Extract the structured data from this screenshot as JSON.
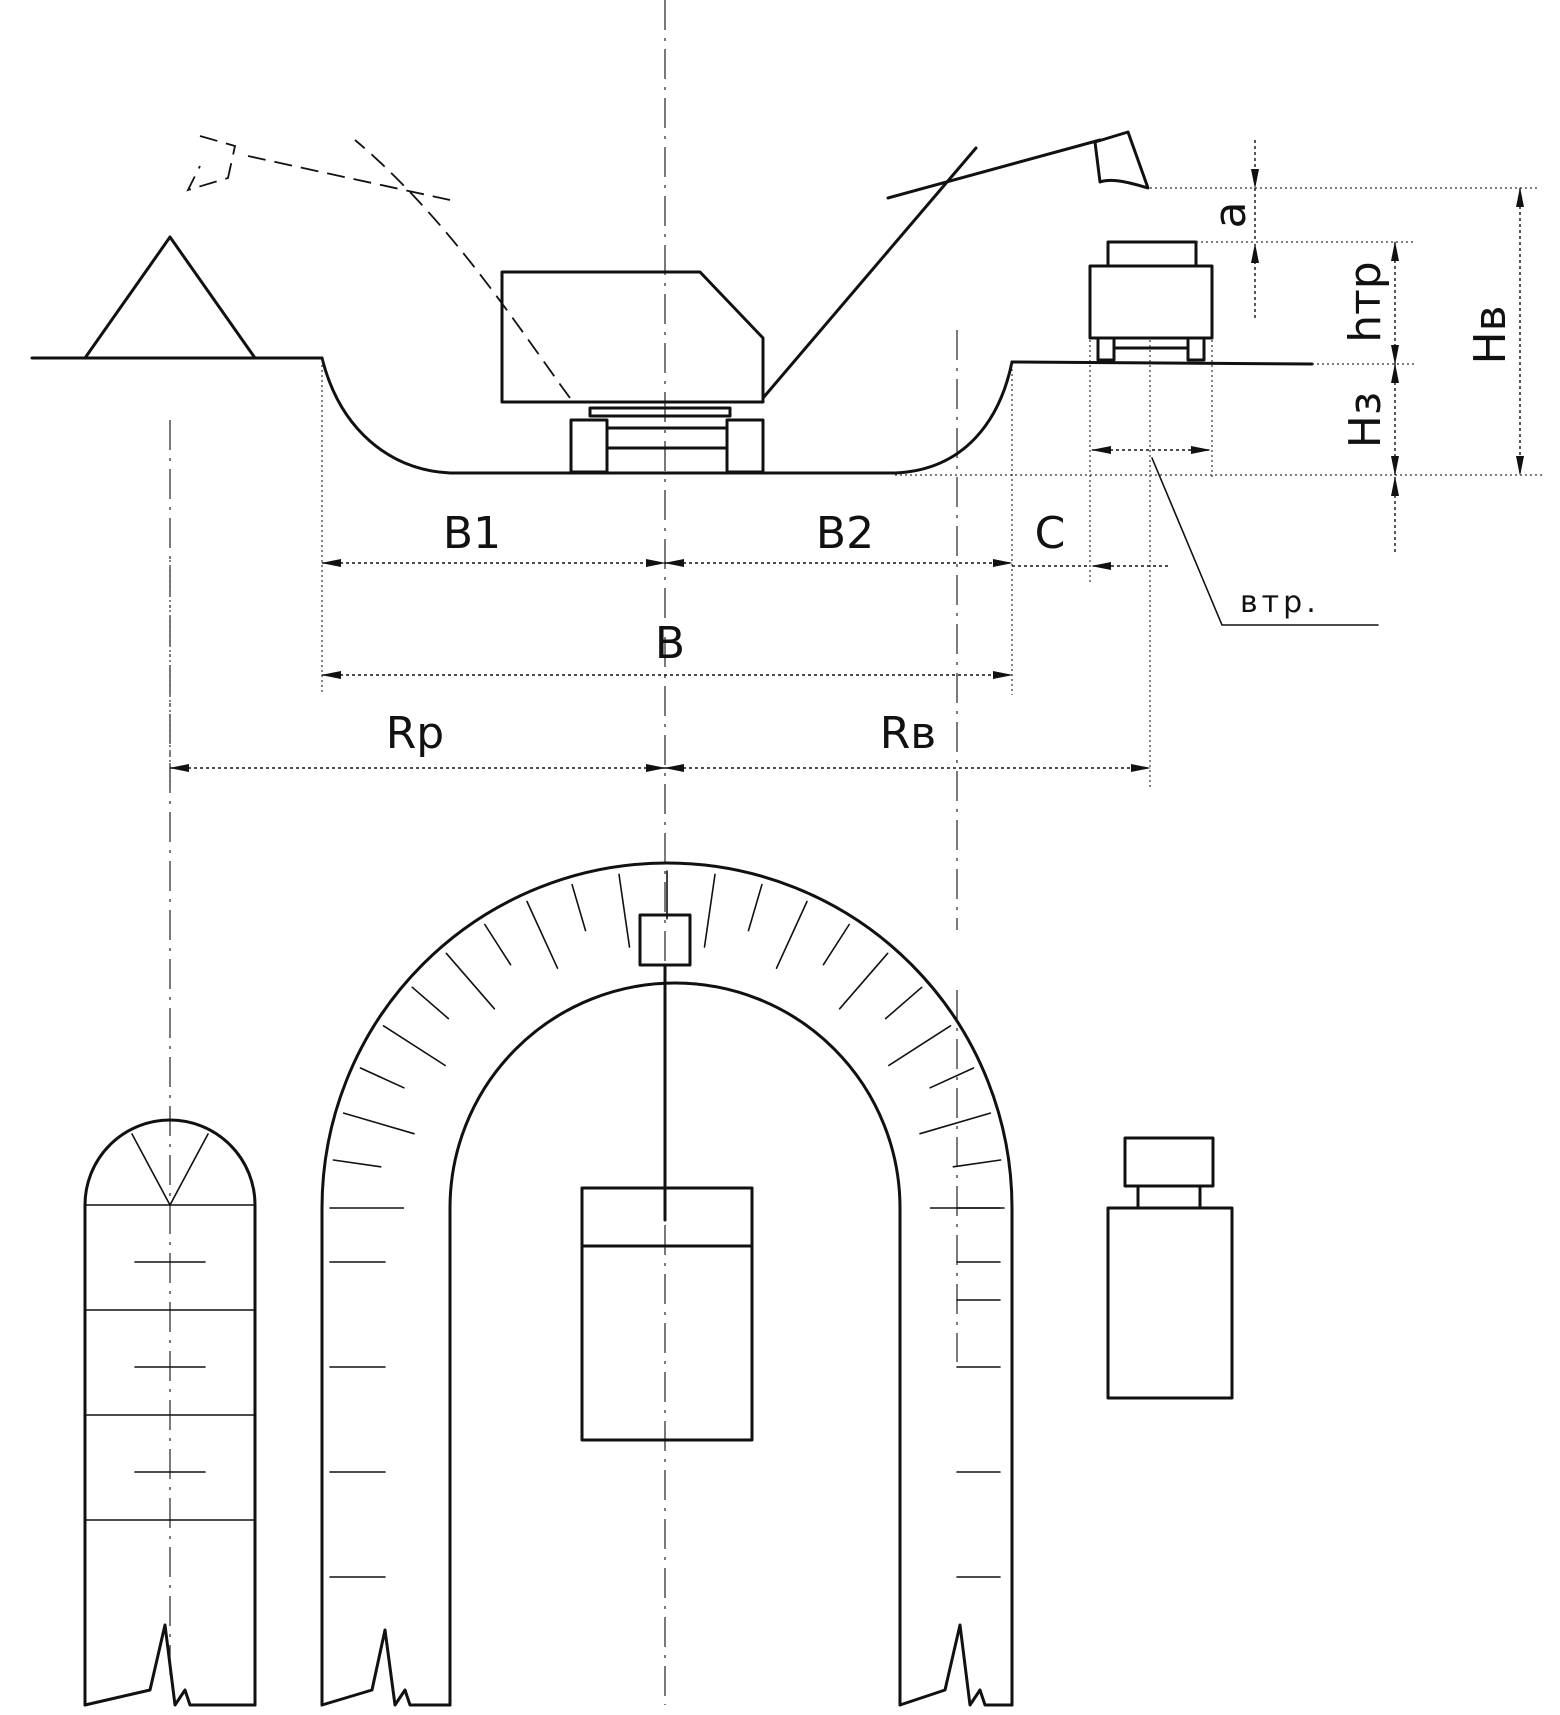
{
  "dimension_labels": {
    "b1": "B1",
    "b2": "B2",
    "b": "B",
    "c": "C",
    "rp": "Rp",
    "rv": "Rв",
    "a": "a",
    "htr": "hтр",
    "hv": "Hв",
    "hz": "Hз",
    "vtr": "втр."
  },
  "colors": {
    "line": "#111111",
    "background": "#ffffff"
  }
}
